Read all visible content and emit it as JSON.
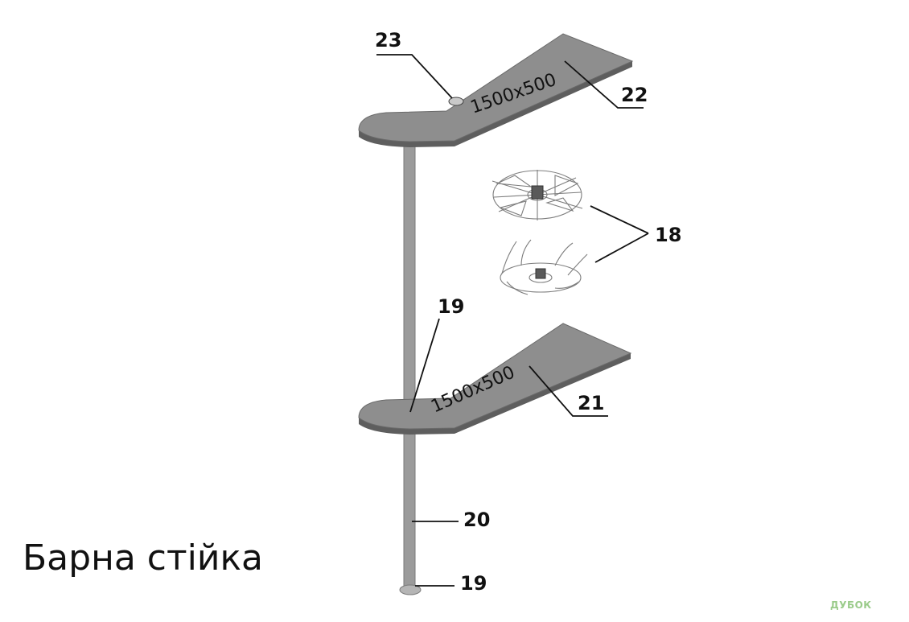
{
  "diagram": {
    "caption": "Барна стійка",
    "brand": "ДУБОК",
    "callouts": {
      "top_shelf": "22",
      "top_fitting": "23",
      "brackets": "18",
      "mid_fitting": "19",
      "bottom_shelf": "21",
      "pole": "20",
      "base_fitting": "19"
    },
    "dimensions": {
      "top_shelf": "1500x500",
      "bottom_shelf": "1500x500"
    },
    "colors": {
      "shelf": "#8e8e8e",
      "shelf_edge": "#5e5e5e",
      "pole": "#9b9b9b",
      "text": "#111111",
      "brand": "#9acb8a"
    }
  }
}
